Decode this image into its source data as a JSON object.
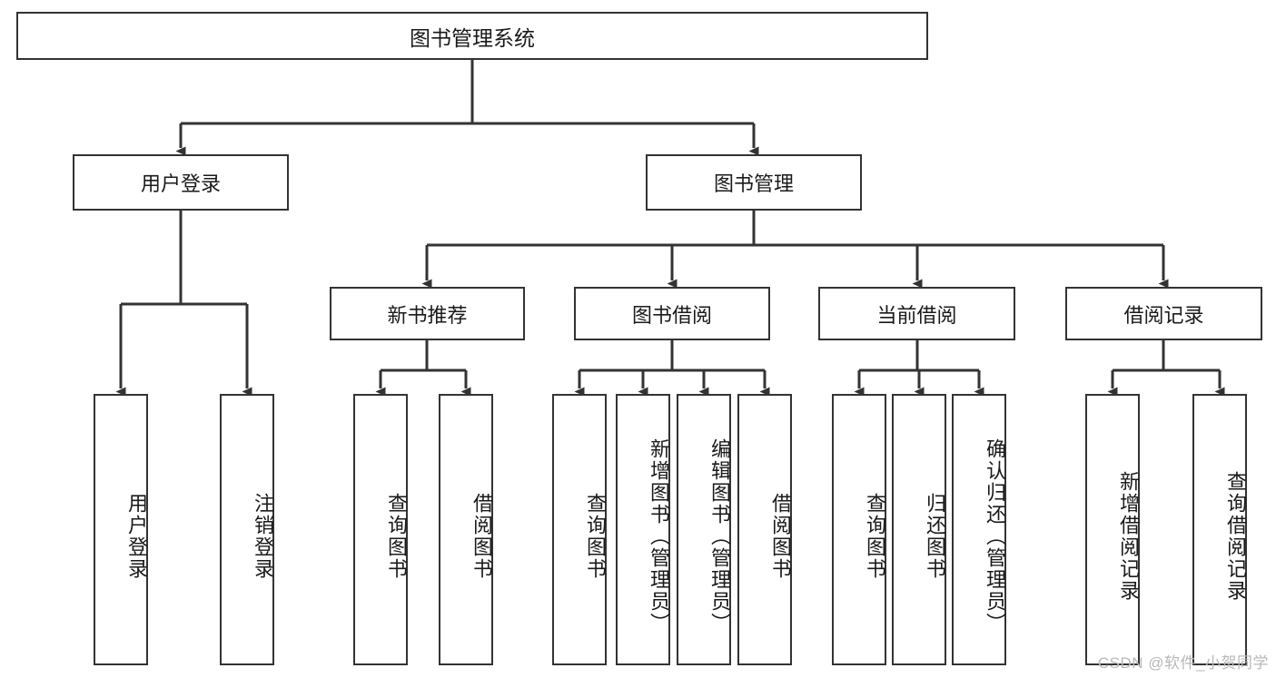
{
  "diagram": {
    "title": "图书管理系统",
    "type": "hierarchy-tree",
    "line_color": "#333333",
    "box_fill": "#ffffff",
    "text_color": "#1a1a1a",
    "root": {
      "label": "图书管理系统"
    },
    "level2": [
      {
        "id": "user-login",
        "label": "用户登录"
      },
      {
        "id": "book-management",
        "label": "图书管理"
      }
    ],
    "level3": [
      {
        "id": "new-book-recommend",
        "label": "新书推荐",
        "parent": "book-management"
      },
      {
        "id": "book-borrow",
        "label": "图书借阅",
        "parent": "book-management"
      },
      {
        "id": "current-borrow",
        "label": "当前借阅",
        "parent": "book-management"
      },
      {
        "id": "borrow-record",
        "label": "借阅记录",
        "parent": "book-management"
      }
    ],
    "leaves": [
      {
        "id": "leaf-user-login",
        "label": "用户登录",
        "parent": "user-login"
      },
      {
        "id": "leaf-logout-login",
        "label": "注销登录",
        "parent": "user-login"
      },
      {
        "id": "leaf-query-book-1",
        "label": "查询图书",
        "parent": "new-book-recommend"
      },
      {
        "id": "leaf-borrow-book-1",
        "label": "借阅图书",
        "parent": "new-book-recommend"
      },
      {
        "id": "leaf-query-book-2",
        "label": "查询图书",
        "parent": "book-borrow"
      },
      {
        "id": "leaf-add-book",
        "label": "新增图书（管理员）",
        "parent": "book-borrow"
      },
      {
        "id": "leaf-edit-book",
        "label": "编辑图书（管理员）",
        "parent": "book-borrow"
      },
      {
        "id": "leaf-borrow-book-2",
        "label": "借阅图书",
        "parent": "book-borrow"
      },
      {
        "id": "leaf-query-book-3",
        "label": "查询图书",
        "parent": "current-borrow"
      },
      {
        "id": "leaf-return-book",
        "label": "归还图书",
        "parent": "current-borrow"
      },
      {
        "id": "leaf-confirm-return",
        "label": "确认归还（管理员）",
        "parent": "current-borrow"
      },
      {
        "id": "leaf-add-borrow-record",
        "label": "新增借阅记录",
        "parent": "borrow-record"
      },
      {
        "id": "leaf-query-borrow-record",
        "label": "查询借阅记录",
        "parent": "borrow-record"
      }
    ]
  },
  "watermark": {
    "text": "CSDN @软件_小贺同学"
  }
}
